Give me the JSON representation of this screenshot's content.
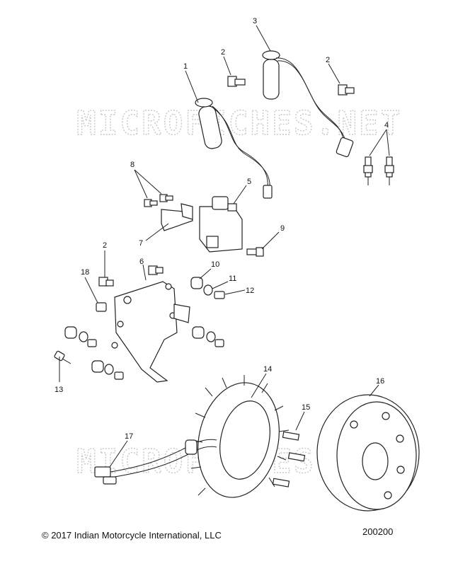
{
  "watermark": "MICROFICHES.NET",
  "footer": {
    "copyright": "© 2017 Indian Motorcycle International, LLC",
    "diagram_id": "200200"
  },
  "callouts": [
    "1",
    "2",
    "3",
    "2",
    "4",
    "8",
    "5",
    "7",
    "9",
    "2",
    "6",
    "10",
    "11",
    "12",
    "18",
    "13",
    "14",
    "15",
    "16",
    "17"
  ],
  "icons": [
    "ignition-coil",
    "bolt",
    "spark-plug",
    "coil-pack",
    "mounting-bracket",
    "washer",
    "nut",
    "stator",
    "flywheel",
    "wiring-harness",
    "sensor"
  ]
}
